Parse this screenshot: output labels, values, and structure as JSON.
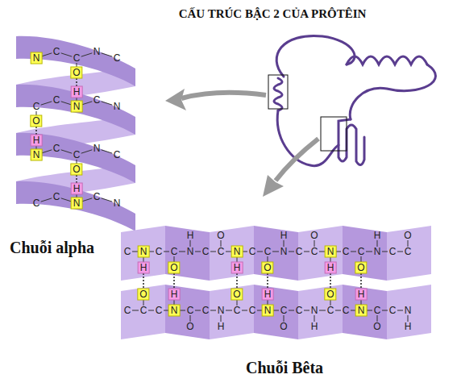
{
  "diagram": {
    "title": "CẤU TRÚC BẬC 2 CỦA PRÔTÊIN",
    "labels": [
      "Chuỗi alpha",
      "Chuỗi Bêta",
      "N",
      "C",
      "C",
      "O",
      "N",
      "C",
      "C",
      "O",
      "C",
      "H",
      "N",
      "C",
      "N",
      "H",
      "N",
      "C",
      "C",
      "O",
      "N",
      "C",
      "C",
      "C",
      "H",
      "N",
      "C",
      "N",
      "C",
      "N",
      "H",
      "C",
      "C",
      "O",
      "N",
      "H",
      "C",
      "C",
      "O",
      "N",
      "H",
      "C",
      "C",
      "O",
      "N",
      "H",
      "C",
      "C",
      "O",
      "N",
      "H",
      "C",
      "C",
      "O",
      "N",
      "H",
      "C",
      "C",
      "O",
      "C",
      "C",
      "O",
      "C",
      "N",
      "H",
      "C",
      "O",
      "C",
      "N",
      "H",
      "C",
      "O",
      "C",
      "N",
      "H",
      "C",
      "O",
      "C",
      "N",
      "H",
      "C",
      "O",
      "C",
      "N",
      "H",
      "C",
      "O",
      "C",
      "N",
      "H"
    ]
  }
}
